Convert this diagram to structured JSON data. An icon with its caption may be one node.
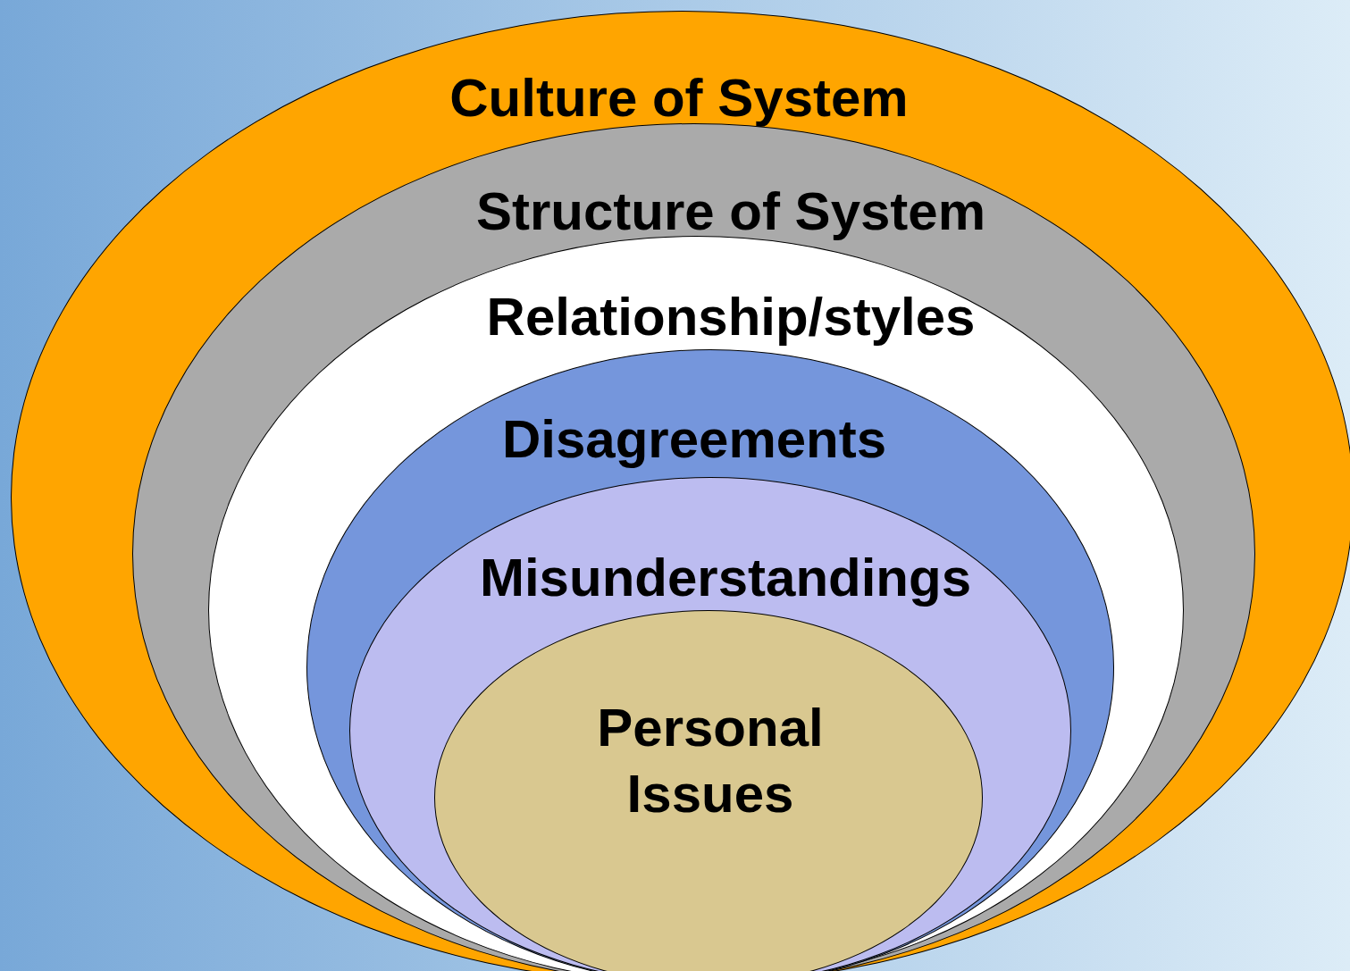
{
  "diagram": {
    "nodes": [
      {
        "text": [
          "Culture of System"
        ]
      },
      {
        "text": [
          "Structure of System"
        ],
        "in": 0
      },
      {
        "text": [
          "Relationship/styles"
        ],
        "in": 1
      },
      {
        "text": [
          "Disagreements"
        ],
        "in": 2
      },
      {
        "text": [
          "Misunderstandings"
        ],
        "in": 3
      },
      {
        "text": [
          "Personal Issues"
        ],
        "in": 4
      }
    ]
  }
}
